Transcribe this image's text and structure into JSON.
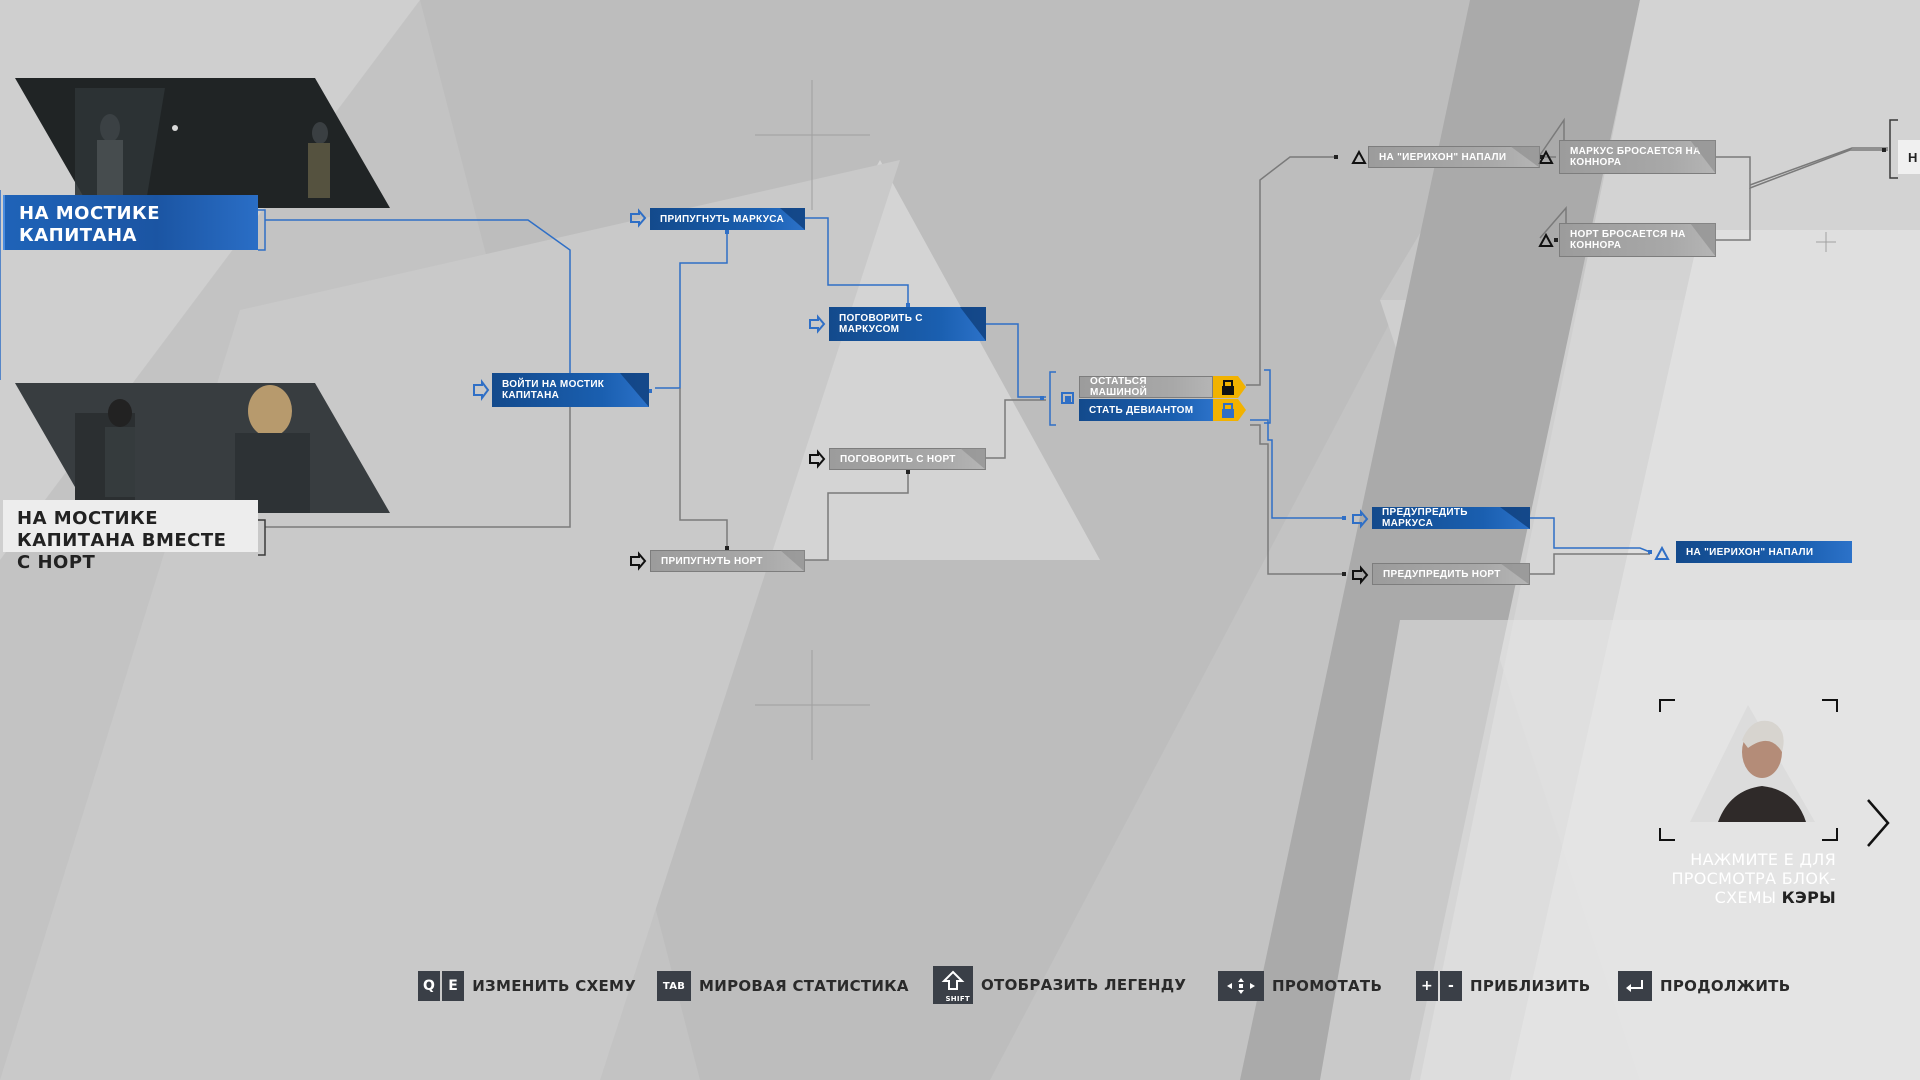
{
  "scenes": {
    "top": {
      "label": "НА МОСТИКЕ КАПИТАНА"
    },
    "bottom": {
      "label": "НА МОСТИКЕ КАПИТАНА ВМЕСТЕ С НОРТ"
    }
  },
  "nodes": {
    "enter_bridge": "ВОЙТИ НА МОСТИК КАПИТАНА",
    "scare_markus": "ПРИПУГНУТЬ МАРКУСА",
    "talk_markus": "ПОГОВОРИТЬ С МАРКУСОМ",
    "talk_north": "ПОГОВОРИТЬ С НОРТ",
    "scare_north": "ПРИПУГНУТЬ НОРТ",
    "stay_machine": "ОСТАТЬСЯ МАШИНОЙ",
    "become_deviant": "СТАТЬ ДЕВИАНТОМ",
    "jericho_attacked_top": "НА \"ИЕРИХОН\" НАПАЛИ",
    "markus_attacks_connor": "МАРКУС БРОСАЕТСЯ НА КОННОРА",
    "north_attacks_connor": "НОРТ БРОСАЕТСЯ НА КОННОРА",
    "warn_markus": "ПРЕДУПРЕДИТЬ МАРКУСА",
    "warn_north": "ПРЕДУПРЕДИТЬ НОРТ",
    "jericho_attacked_right": "НА \"ИЕРИХОН\" НАПАЛИ",
    "edge_partial": "Н"
  },
  "character": {
    "prompt_line1": "НАЖМИТЕ E ДЛЯ",
    "prompt_line2": "ПРОСМОТРА БЛОК-",
    "prompt_line3": "СХЕМЫ",
    "name": "КЭРЫ"
  },
  "controls": [
    {
      "keys": [
        "Q",
        "E"
      ],
      "label": "ИЗМЕНИТЬ СХЕМУ"
    },
    {
      "keys": [
        "TAB"
      ],
      "label": "МИРОВАЯ СТАТИСТИКА"
    },
    {
      "keys": [
        "SHIFT"
      ],
      "label": "ОТОБРАЗИТЬ ЛЕГЕНДУ"
    },
    {
      "keys": [
        "move"
      ],
      "label": "ПРОМОТАТЬ"
    },
    {
      "keys": [
        "+",
        "-"
      ],
      "label": "ПРИБЛИЗИТЬ"
    },
    {
      "keys": [
        "enter"
      ],
      "label": "ПРОДОЛЖИТЬ"
    }
  ],
  "colors": {
    "accent_blue": "#1a5fb0",
    "node_grey": "#a8a8a8",
    "lock_yellow": "#f2b200",
    "line_blue": "#2f6fc6",
    "line_grey": "#7a7a7a"
  }
}
